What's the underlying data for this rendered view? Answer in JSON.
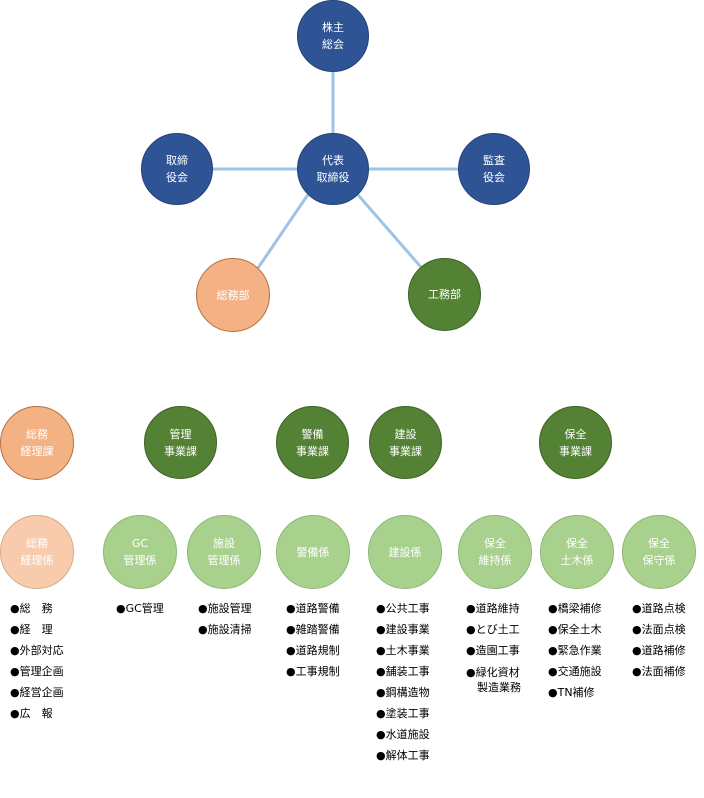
{
  "colors": {
    "navy": "#2f5496",
    "green": "#548235",
    "peach": "#f4b183",
    "light_peach": "#f8cbad",
    "light_green": "#a9d18e",
    "connector": "#9dc3e6"
  },
  "top": {
    "shareholders": "株主\n総会",
    "board": "取締\n役会",
    "ceo": "代表\n取締役",
    "auditor": "監査\n役会",
    "general_affairs_dept": "総務部",
    "construction_dept": "工務部"
  },
  "sections": {
    "general": "総務\n経理課",
    "management": "管理\n事業課",
    "security": "警備\n事業課",
    "construction": "建設\n事業課",
    "maintenance": "保全\n事業課"
  },
  "units": {
    "general_accounting": "総務\n経理係",
    "gc_management": "GC\n管理係",
    "facility_management": "施設\n管理係",
    "security": "警備係",
    "construction": "建設係",
    "maintenance": "保全\n維持係",
    "civil": "保全\n土木係",
    "preservation": "保全\n保守係"
  },
  "duties": {
    "general_accounting": [
      "●総　務",
      "●経　理",
      "●外部対応",
      "●管理企画",
      "●経営企画",
      "●広　報"
    ],
    "gc_management": [
      "●GC管理"
    ],
    "facility_management": [
      "●施設管理",
      "●施設清掃"
    ],
    "security": [
      "●道路警備",
      "●雑踏警備",
      "●道路規制",
      "●工事規制"
    ],
    "construction": [
      "●公共工事",
      "●建設事業",
      "●土木事業",
      "●舗装工事",
      "●鋼構造物",
      "●塗装工事",
      "●水道施設",
      "●解体工事"
    ],
    "maintenance": [
      "●道路維持",
      "●とび土工",
      "●造園工事",
      "●緑化資材\n　製造業務"
    ],
    "civil": [
      "●橋梁補修",
      "●保全土木",
      "●緊急作業",
      "●交通施設",
      "●TN補修"
    ],
    "preservation": [
      "●道路点検",
      "●法面点検",
      "●道路補修",
      "●法面補修"
    ]
  }
}
